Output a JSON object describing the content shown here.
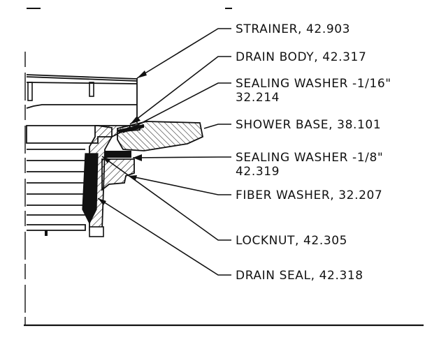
{
  "callouts": [
    {
      "id": "strainer",
      "lines": [
        "STRAINER, 42.903"
      ]
    },
    {
      "id": "drain-body",
      "lines": [
        "DRAIN BODY, 42.317"
      ]
    },
    {
      "id": "sealing-washer-1-16",
      "lines": [
        "SEALING WASHER -1/16\"",
        "32.214"
      ]
    },
    {
      "id": "shower-base",
      "lines": [
        "SHOWER BASE, 38.101"
      ]
    },
    {
      "id": "sealing-washer-1-8",
      "lines": [
        "SEALING WASHER -1/8\"",
        "42.319"
      ]
    },
    {
      "id": "fiber-washer",
      "lines": [
        "FIBER WASHER, 32.207"
      ]
    },
    {
      "id": "locknut",
      "lines": [
        "LOCKNUT, 42.305"
      ]
    },
    {
      "id": "drain-seal",
      "lines": [
        "DRAIN SEAL, 42.318"
      ]
    }
  ],
  "colors": {
    "ink": "#111111",
    "paper": "#ffffff"
  }
}
